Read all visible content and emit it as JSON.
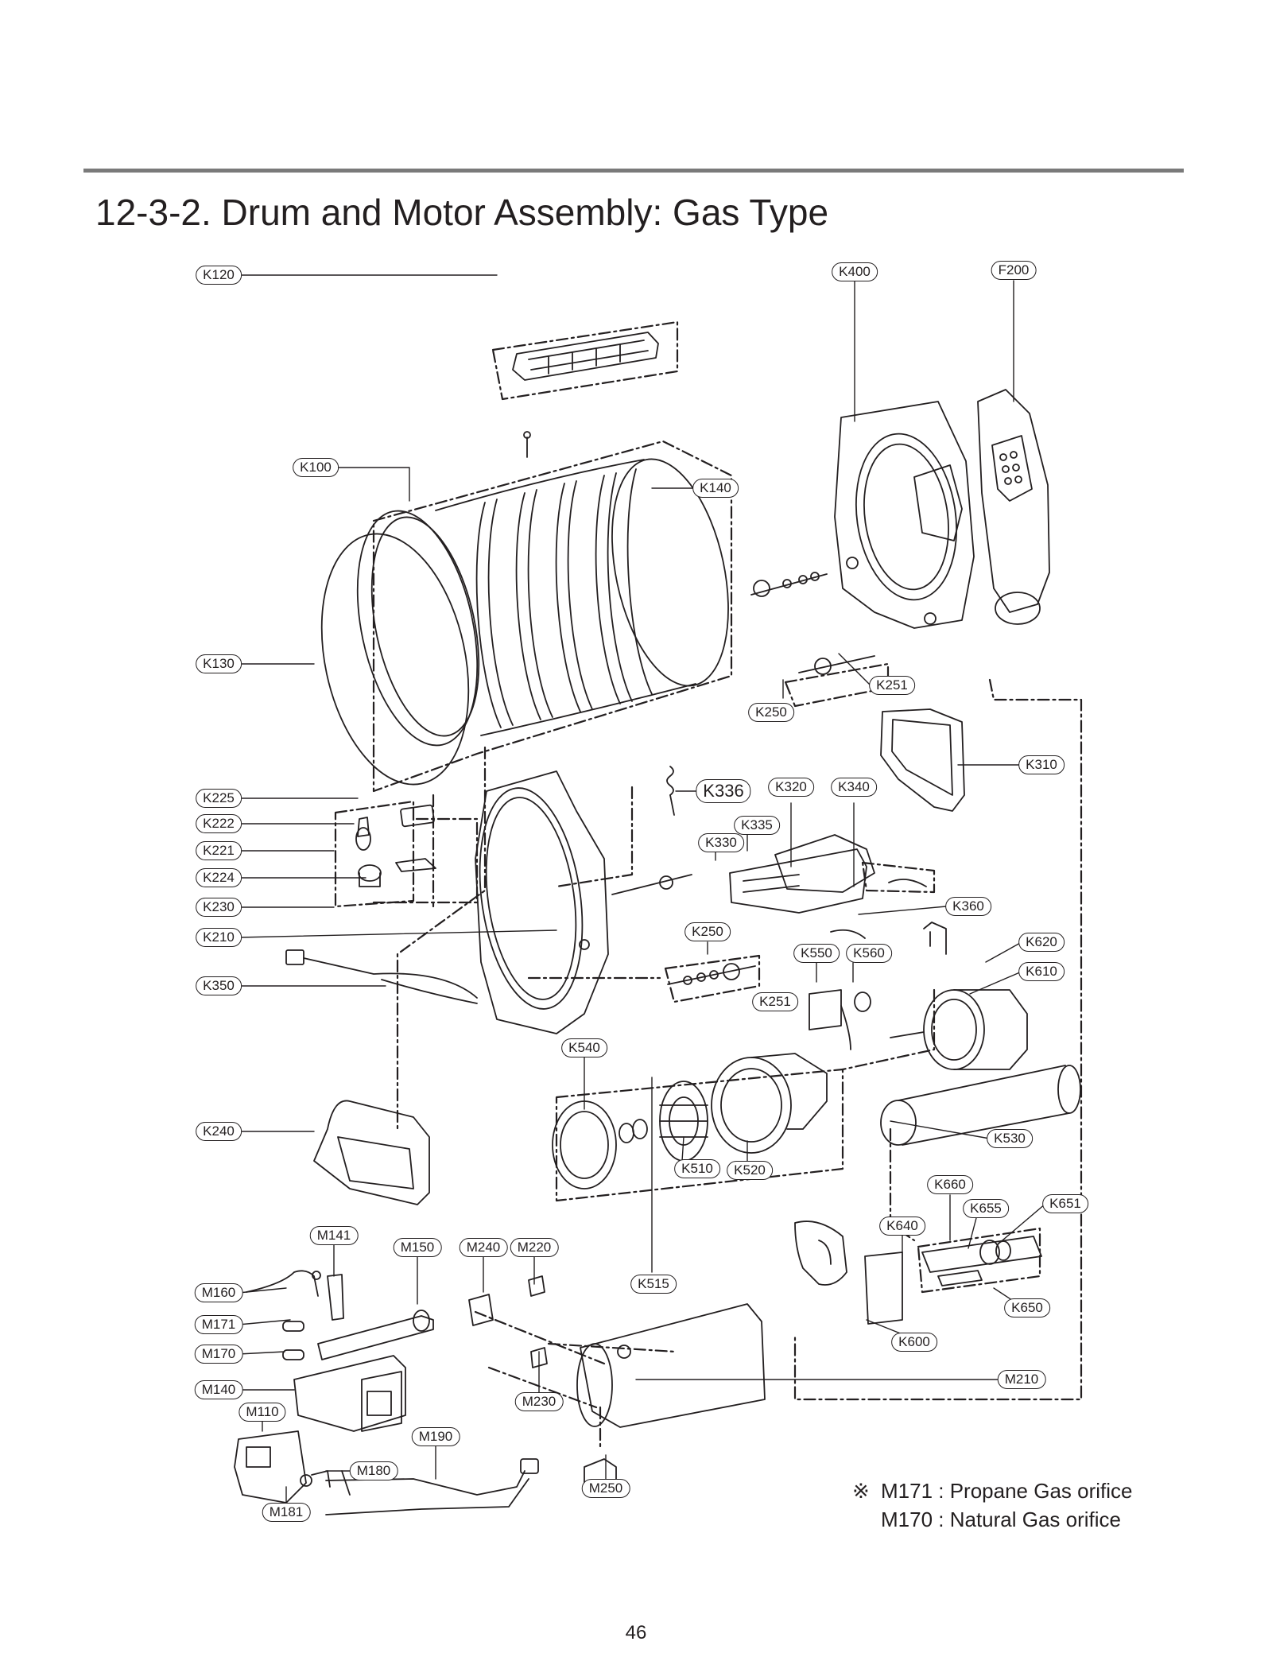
{
  "page": {
    "title": "12-3-2. Drum and Motor Assembly: Gas Type",
    "page_number": "46"
  },
  "callouts": {
    "K400": "K400",
    "F200": "F200",
    "K120": "K120",
    "K100": "K100",
    "K140": "K140",
    "K130": "K130",
    "K251a": "K251",
    "K250a": "K250",
    "K310": "K310",
    "K225": "K225",
    "K222": "K222",
    "K221": "K221",
    "K224": "K224",
    "K230": "K230",
    "K336": "K336",
    "K320": "K320",
    "K340": "K340",
    "K335": "K335",
    "K330": "K330",
    "K360": "K360",
    "K210": "K210",
    "K250b": "K250",
    "K550": "K550",
    "K560": "K560",
    "K620": "K620",
    "K610": "K610",
    "K350": "K350",
    "K251b": "K251",
    "K540": "K540",
    "K240": "K240",
    "K530": "K530",
    "K510": "K510",
    "K520": "K520",
    "K660": "K660",
    "K651": "K651",
    "K655": "K655",
    "K640": "K640",
    "M141": "M141",
    "M150": "M150",
    "M240": "M240",
    "M220": "M220",
    "K515": "K515",
    "M160": "M160",
    "K650": "K650",
    "M171": "M171",
    "M170": "M170",
    "K600": "K600",
    "M140": "M140",
    "M210": "M210",
    "M230": "M230",
    "M110": "M110",
    "M190": "M190",
    "M180": "M180",
    "M250": "M250",
    "M181": "M181"
  },
  "note": {
    "mark": "※",
    "line1": "M171 : Propane Gas orifice",
    "line2": "M170 : Natural Gas orifice"
  }
}
